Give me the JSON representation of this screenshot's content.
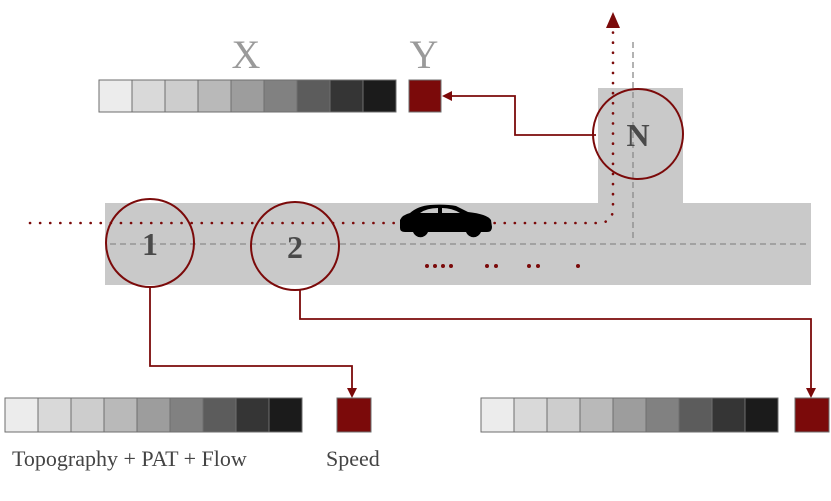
{
  "labels": {
    "x": "X",
    "y": "Y",
    "node_n": "N",
    "node_1": "1",
    "node_2": "2",
    "features": "Topography + PAT + Flow",
    "speed": "Speed"
  },
  "colors": {
    "road": "#c9c9c9",
    "lane_dash": "#8a8a8a",
    "accent": "#7b0a0a",
    "car": "#000000",
    "cell_border": "#6e6e6e",
    "x_label": "#9a9a9a",
    "node_text": "#4a4a4a",
    "caption_text": "#444444",
    "gradient": [
      "#ececec",
      "#d9d9d9",
      "#cdcdcd",
      "#b9b9b9",
      "#9d9d9d",
      "#818181",
      "#5c5c5c",
      "#353535",
      "#1b1b1b"
    ]
  },
  "icons": {
    "vehicle": "car-icon"
  }
}
